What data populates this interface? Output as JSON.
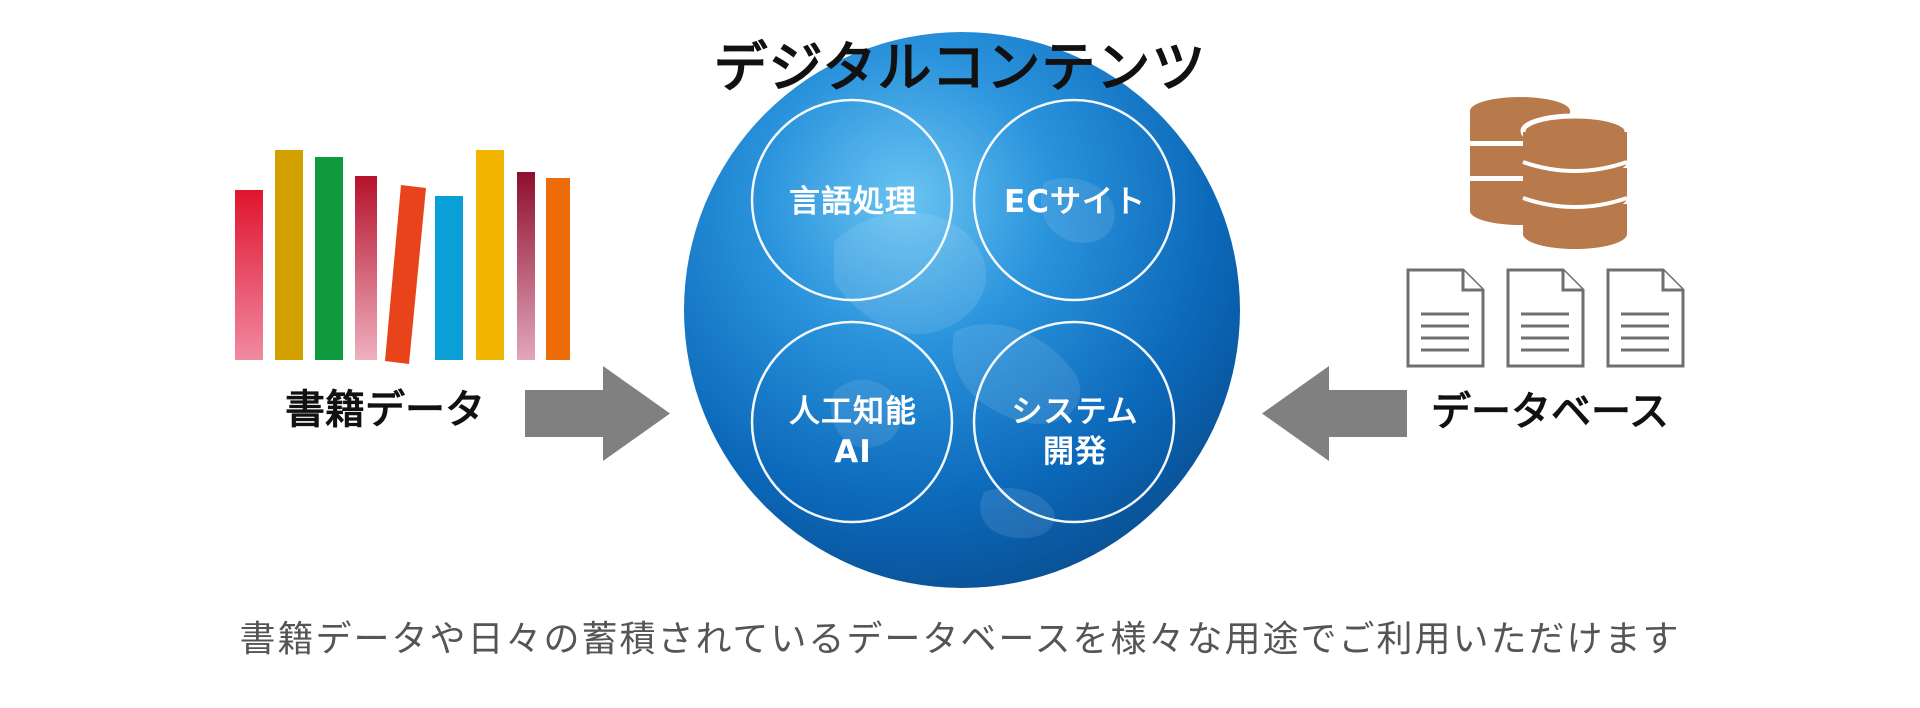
{
  "title": "デジタルコンテンツ",
  "nodes": [
    {
      "label": "言語処理"
    },
    {
      "label": "ECサイト"
    },
    {
      "label": "人工知能\nAI"
    },
    {
      "label": "システム\n開発"
    }
  ],
  "left": {
    "label": "書籍データ"
  },
  "right": {
    "label": "データベース"
  },
  "caption": "書籍データや日々の蓄積されているデータベースを様々な用途でご利用いただけます",
  "colors": {
    "globe_dark": "#0a66b8",
    "globe_light": "#4fb2ea",
    "arrow": "#808080",
    "db": "#b87a4b",
    "doc_stroke": "#6f6f6f"
  },
  "icons": {
    "books": "books-icon",
    "database": "database-icon",
    "documents": "document-icon"
  }
}
